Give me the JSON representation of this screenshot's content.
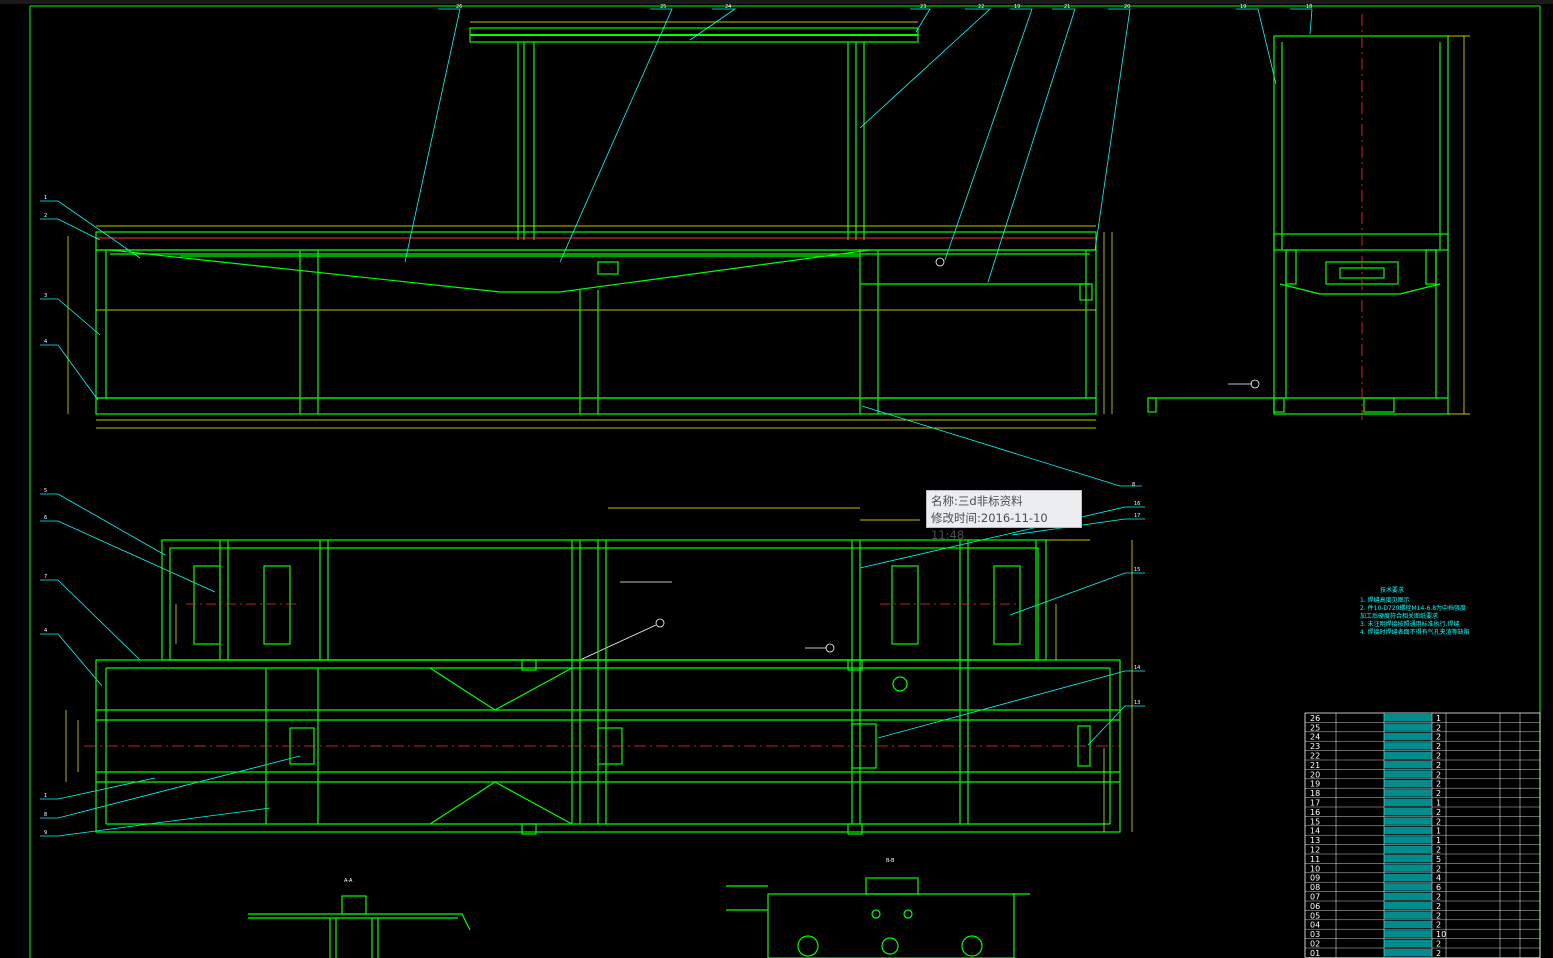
{
  "window": {
    "title": ""
  },
  "tooltip": {
    "name_label": "名称:",
    "name_value": "三d非标资料",
    "modified_label": "修改时间:",
    "modified_value": "2016-11-10  11:48"
  },
  "balloons": {
    "top_row": [
      "26",
      "25",
      "24",
      "23",
      "22",
      "19",
      "21",
      "20",
      "19",
      "18"
    ],
    "left_upper": [
      "1",
      "2",
      "3",
      "4"
    ],
    "left_lower": [
      "5",
      "6",
      "7",
      "4",
      "1",
      "8",
      "9"
    ],
    "right_plan": [
      "16",
      "17",
      "15",
      "14",
      "13"
    ],
    "long_leader": "8"
  },
  "section_labels": {
    "a": "A-A",
    "b": "B-B"
  },
  "tech_notes": {
    "title": "技术要求",
    "lines": [
      "1. 焊缝高度见图示",
      "2. 件10-D720螺栓M14-6.8为中档强度",
      "   加工后硬度符合相关图纸要求",
      "3. 未注明焊接按照通用标准执行,焊缝",
      "4. 焊接时焊缝表面不得有气孔夹渣等缺陷"
    ]
  },
  "bom": {
    "rows": [
      {
        "no": "26",
        "qty": "1"
      },
      {
        "no": "25",
        "qty": "2"
      },
      {
        "no": "24",
        "qty": "2"
      },
      {
        "no": "23",
        "qty": "2"
      },
      {
        "no": "22",
        "qty": "2"
      },
      {
        "no": "21",
        "qty": "2"
      },
      {
        "no": "20",
        "qty": "2"
      },
      {
        "no": "19",
        "qty": "2"
      },
      {
        "no": "18",
        "qty": "2"
      },
      {
        "no": "17",
        "qty": "1"
      },
      {
        "no": "16",
        "qty": "2"
      },
      {
        "no": "15",
        "qty": "2"
      },
      {
        "no": "14",
        "qty": "1"
      },
      {
        "no": "13",
        "qty": "1"
      },
      {
        "no": "12",
        "qty": "2"
      },
      {
        "no": "11",
        "qty": "5"
      },
      {
        "no": "10",
        "qty": "2"
      },
      {
        "no": "09",
        "qty": "4"
      },
      {
        "no": "08",
        "qty": "6"
      },
      {
        "no": "07",
        "qty": "2"
      },
      {
        "no": "06",
        "qty": "2"
      },
      {
        "no": "05",
        "qty": "2"
      },
      {
        "no": "04",
        "qty": "2"
      },
      {
        "no": "03",
        "qty": "10"
      },
      {
        "no": "02",
        "qty": "2"
      },
      {
        "no": "01",
        "qty": "2"
      }
    ]
  },
  "colors": {
    "line": "#00ff00",
    "dim": "#ffff00",
    "leader": "#00ffff",
    "center": "#ff3030",
    "white": "#ffffff"
  }
}
